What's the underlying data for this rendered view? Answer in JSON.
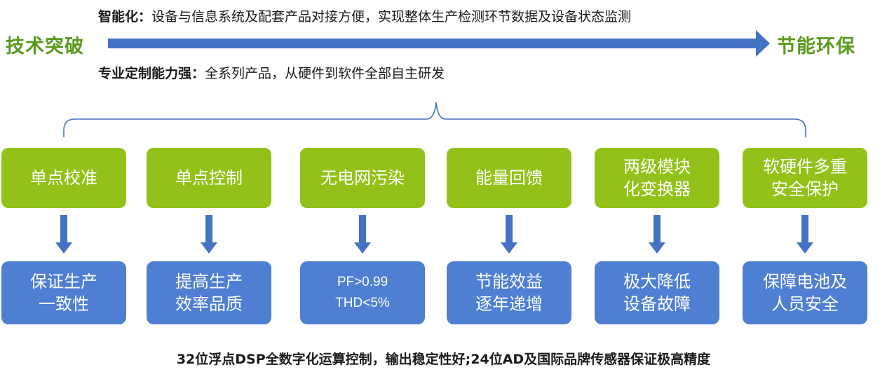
{
  "top_line": {
    "label": "智能化：",
    "text": "设备与信息系统及配套产品对接方便，实现整体生产检测环节数据及设备状态监测"
  },
  "arrow": {
    "left_label": "技术突破",
    "right_label": "节能环保"
  },
  "bottom_line": {
    "label": "专业定制能力强：",
    "text": "全系列产品，从硬件到软件全部自主研发"
  },
  "features": [
    {
      "title": "单点校准",
      "benefit": "保证生产\n一致性"
    },
    {
      "title": "单点控制",
      "benefit": "提高生产\n效率品质"
    },
    {
      "title": "无电网污染",
      "benefit": "PF>0.99\nTHD<5%"
    },
    {
      "title": "能量回馈",
      "benefit": "节能效益\n逐年递增"
    },
    {
      "title": "两级模块\n化变换器",
      "benefit": "极大降低\n设备故障"
    },
    {
      "title": "软硬件多重\n安全保护",
      "benefit": "保障电池及\n人员安全"
    }
  ],
  "footer": "32位浮点DSP全数字化运算控制，输出稳定性好;24位AD及国际品牌传感器保证极高精度",
  "colors": {
    "green": "#92c219",
    "blue": "#4f7fd2",
    "arrow": "#4472c4",
    "label_green": "#5a9a1e"
  }
}
